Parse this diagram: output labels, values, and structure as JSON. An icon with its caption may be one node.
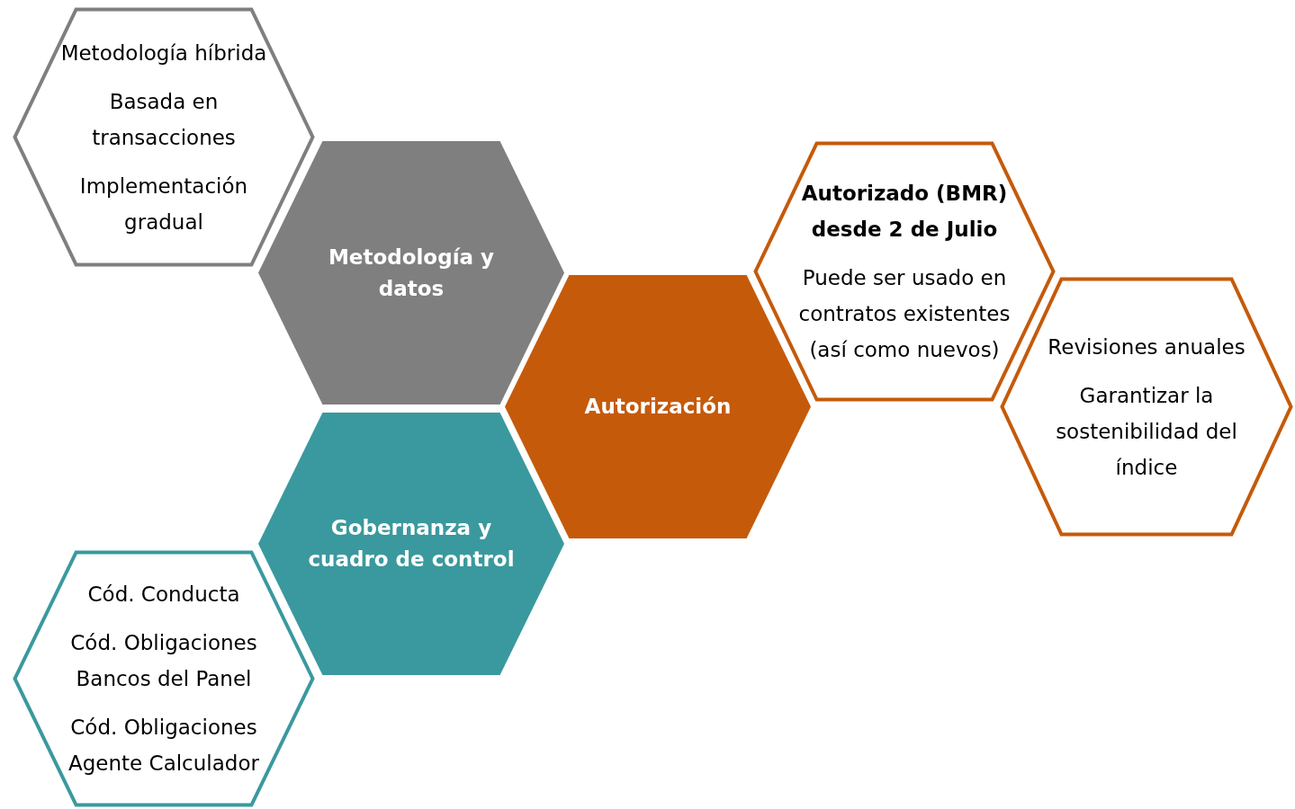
{
  "diagram": {
    "nodes": [
      {
        "text": [
          "Metodología híbrida",
          "Basada en transacciones",
          "Implementación gradual"
        ]
      },
      {
        "text": [
          "Metodología y datos"
        ]
      },
      {
        "text": [
          "Autorizado (BMR) desde 2 de Julio",
          "Puede ser usado en contratos existentes (así como nuevos)"
        ]
      },
      {
        "text": [
          "Autorización"
        ]
      },
      {
        "text": [
          "Revisiones anuales",
          "Garantizar la sostenibilidad del índice"
        ]
      },
      {
        "text": [
          "Gobernanza y cuadro de control"
        ]
      },
      {
        "text": [
          "Cód. Conducta",
          "Cód. Obligaciones Bancos del Panel",
          "Cód. Obligaciones Agente Calculador"
        ]
      }
    ]
  }
}
